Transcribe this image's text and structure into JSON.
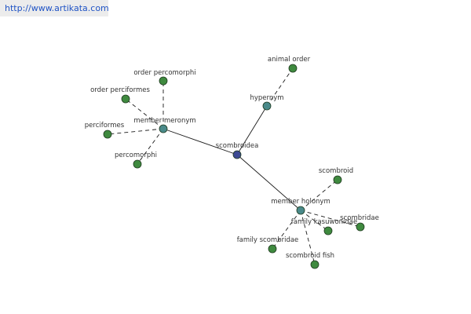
{
  "source": {
    "url_text": "http://www.artikata.com"
  },
  "colors": {
    "root": "#3d4a93",
    "relation": "#4a8a8a",
    "leaf": "#3f8a3f",
    "node_stroke": "#1f3a1f",
    "edge": "#1a1a1a",
    "link_text": "#1f53c5",
    "link_bg": "#ececec"
  },
  "graph": {
    "root": {
      "id": "scombroidea",
      "label": "scombroidea"
    },
    "relations": [
      {
        "id": "member-meronym",
        "label": "member meronym"
      },
      {
        "id": "hypernym",
        "label": "hypernym"
      },
      {
        "id": "member-holonym",
        "label": "member holonym"
      }
    ],
    "leaves": [
      {
        "id": "order-percomorphi",
        "label": "order percomorphi",
        "relation": "member-meronym"
      },
      {
        "id": "order-perciformes",
        "label": "order perciformes",
        "relation": "member-meronym"
      },
      {
        "id": "perciformes",
        "label": "perciformes",
        "relation": "member-meronym"
      },
      {
        "id": "percomorphi",
        "label": "percomorphi",
        "relation": "member-meronym"
      },
      {
        "id": "animal-order",
        "label": "animal order",
        "relation": "hypernym"
      },
      {
        "id": "scombroid",
        "label": "scombroid",
        "relation": "member-holonym"
      },
      {
        "id": "scombridae",
        "label": "scombridae",
        "relation": "member-holonym"
      },
      {
        "id": "family-kasuwonidae",
        "label": "family kasuwonidae",
        "relation": "member-holonym"
      },
      {
        "id": "family-scombridae",
        "label": "family scombridae",
        "relation": "member-holonym"
      },
      {
        "id": "scombroid-fish",
        "label": "scombroid fish",
        "relation": "member-holonym"
      }
    ]
  }
}
